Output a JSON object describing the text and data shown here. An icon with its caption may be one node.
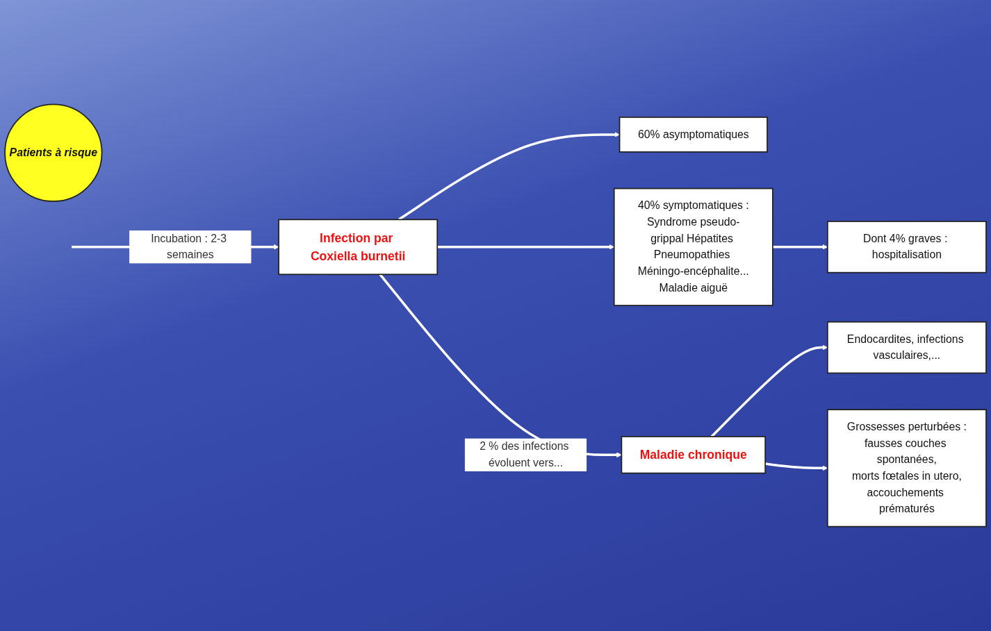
{
  "diagram": {
    "nodes": [
      {
        "text": [
          "60% asymptomatiques"
        ]
      },
      {
        "text": [
          "Infection par Coxiella burnetii"
        ]
      },
      {
        "text": [
          "Patients à risque"
        ]
      },
      {
        "text": [
          "Endocardites, infections vasculaires,..."
        ]
      },
      {
        "text": [
          "Maladie chronique"
        ]
      },
      {
        "text": [
          "40% symptomatiques :",
          "Syndrome pseudo-grippal Hépatites Pneumopathies Méningo-encéphalite...",
          "Maladie aiguë"
        ]
      },
      {
        "text": [
          "Dont 4% graves : hospitalisation"
        ]
      },
      {
        "text": [
          "Grossesses perturbées :",
          "fausses couches spontanées,",
          "morts fœtales in utero,",
          "accouchements prématurés"
        ]
      }
    ],
    "edges": [
      {
        "from": null,
        "to": 1,
        "arrow": "to",
        "label": "Incubation : 2-3 semaines"
      },
      {
        "from": 1,
        "to": 0,
        "arrow": "to"
      },
      {
        "from": 1,
        "to": 5,
        "arrow": "to"
      },
      {
        "from": 1,
        "to": 4,
        "arrow": "to",
        "label": "2 % des infections évoluent vers..."
      },
      {
        "from": 4,
        "to": 3,
        "arrow": "to"
      },
      {
        "from": 4,
        "to": 7,
        "arrow": "to"
      },
      {
        "from": 5,
        "to": 6,
        "arrow": "to"
      }
    ]
  }
}
